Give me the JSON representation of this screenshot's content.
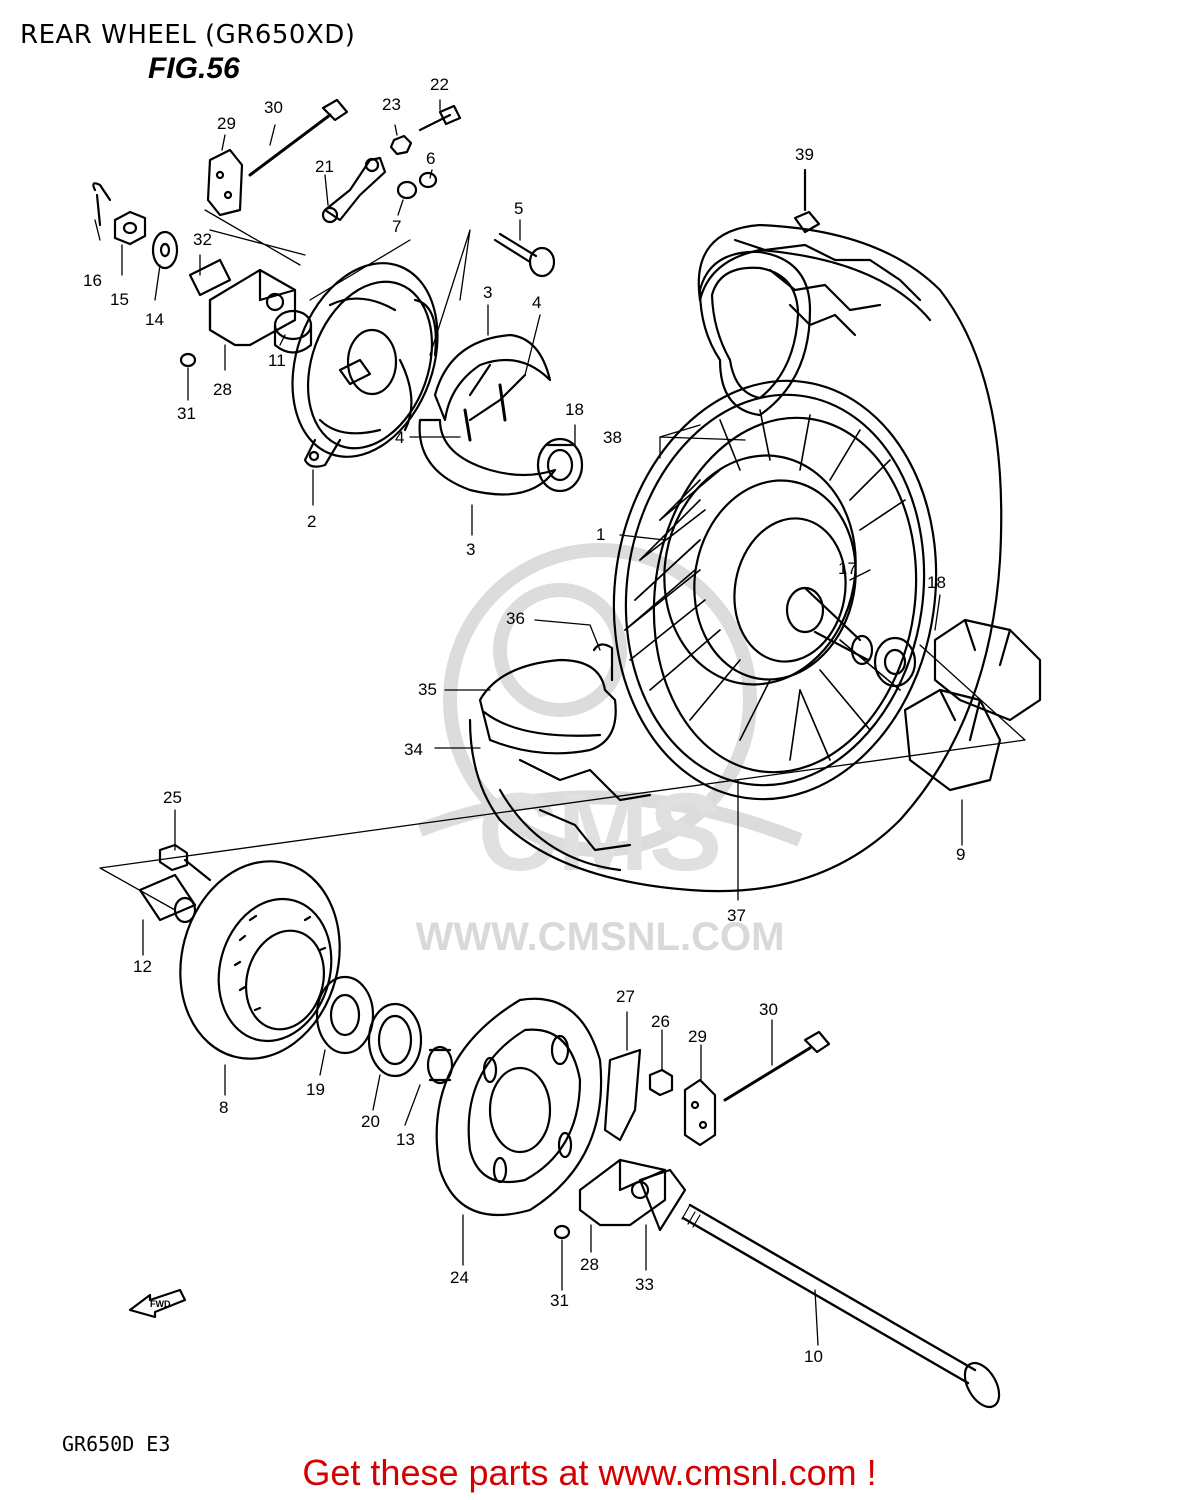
{
  "header": {
    "title": "REAR WHEEL (GR650XD)",
    "figure": "FIG.56",
    "model_code": "GR650D E3",
    "fwd_label": "FWD"
  },
  "watermark": {
    "logo_text": "CMS",
    "url_text": "WWW.CMSNL.COM"
  },
  "footer": {
    "text": "Get these parts at www.cmsnl.com !"
  },
  "callouts": [
    "1",
    "2",
    "3",
    "3",
    "4",
    "4",
    "5",
    "6",
    "7",
    "8",
    "9",
    "10",
    "11",
    "12",
    "13",
    "14",
    "15",
    "16",
    "17",
    "18",
    "18",
    "19",
    "20",
    "21",
    "22",
    "23",
    "24",
    "25",
    "26",
    "27",
    "28",
    "28",
    "29",
    "29",
    "30",
    "30",
    "31",
    "31",
    "32",
    "33",
    "34",
    "35",
    "36",
    "37",
    "38",
    "39"
  ],
  "colors": {
    "footer": "#d40000",
    "watermark": "#d9d9d9"
  }
}
